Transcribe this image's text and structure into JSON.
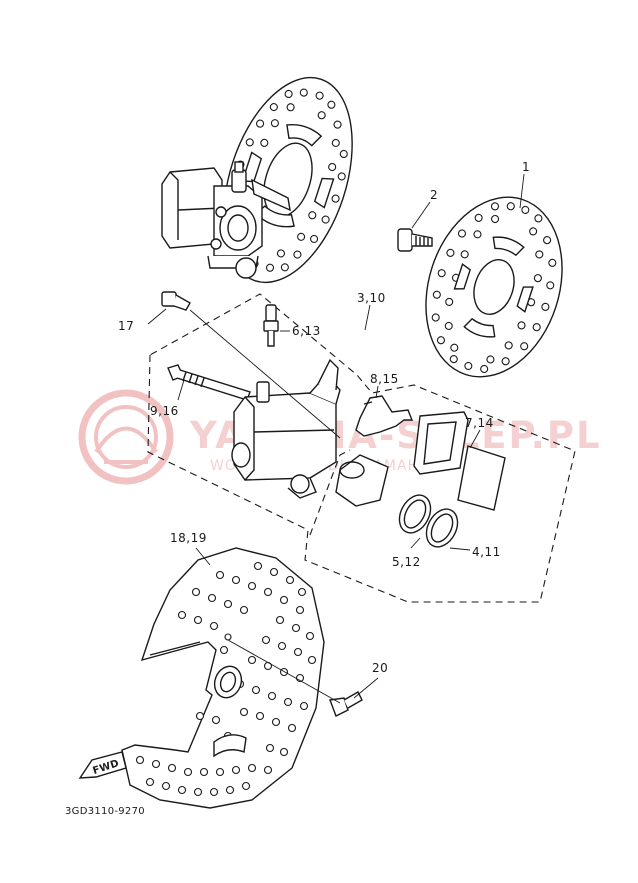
{
  "callouts": {
    "c1": "1",
    "c2": "2",
    "c3_10": "3,10",
    "c17": "17",
    "c6_13": "6,13",
    "c8_15": "8,15",
    "c9_16": "9,16",
    "c7_14": "7,14",
    "c4_11": "4,11",
    "c5_12": "5,12",
    "c18_19": "18,19",
    "c20": "20"
  },
  "fwd_label": "FWD",
  "diagram_code": "3GD3110-9270",
  "watermark": {
    "title": "YAMAHA-SKLEP.PL",
    "subtitle": "WORLD-PARTS DLA YAMAHA",
    "color": "#e8a0a0"
  }
}
